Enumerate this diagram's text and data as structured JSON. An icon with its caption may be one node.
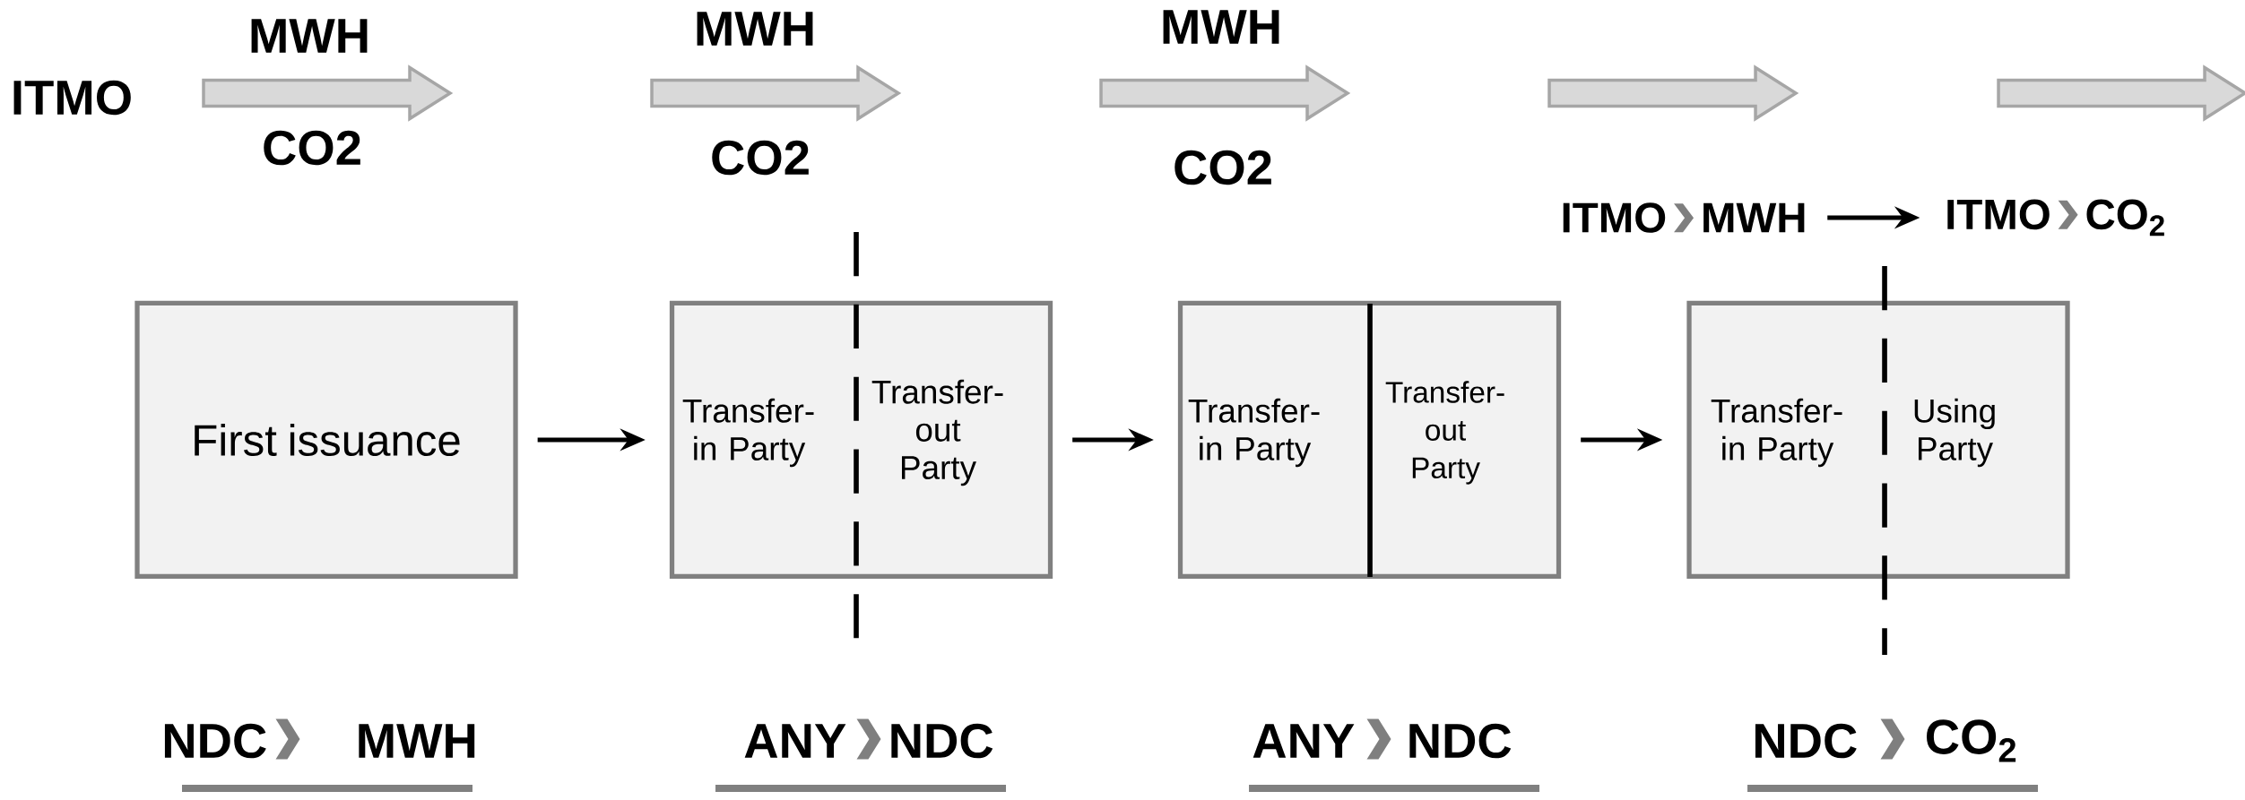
{
  "diagram": {
    "nodes": [
      {
        "text": [
          "First issuance"
        ]
      },
      {
        "text": [
          "Transfer-in Party",
          "Transfer-out Party"
        ]
      },
      {
        "text": [
          "Transfer-in Party",
          "Transfer-out Party"
        ]
      },
      {
        "text": [
          "Transfer-in Party",
          "Using Party"
        ]
      },
      {
        "text": [
          "ITMO",
          "MWH"
        ]
      },
      {
        "text": [
          "ITMO",
          "CO$_{2}$"
        ]
      }
    ],
    "edges": [
      {
        "from": 0,
        "to": 1,
        "arrow": "to"
      },
      {
        "from": 1,
        "to": 2,
        "arrow": "to"
      },
      {
        "from": 2,
        "to": 3,
        "arrow": "to"
      },
      {
        "from": 4,
        "to": 5,
        "arrow": "to"
      }
    ],
    "labels": [
      "ITMO",
      "MWH",
      "CO2",
      "MWH",
      "CO2",
      "MWH",
      "CO2",
      "NDC",
      "MWH",
      "ANY",
      "NDC",
      "ANY",
      "NDC",
      "NDC",
      "CO$_{2}$"
    ]
  }
}
